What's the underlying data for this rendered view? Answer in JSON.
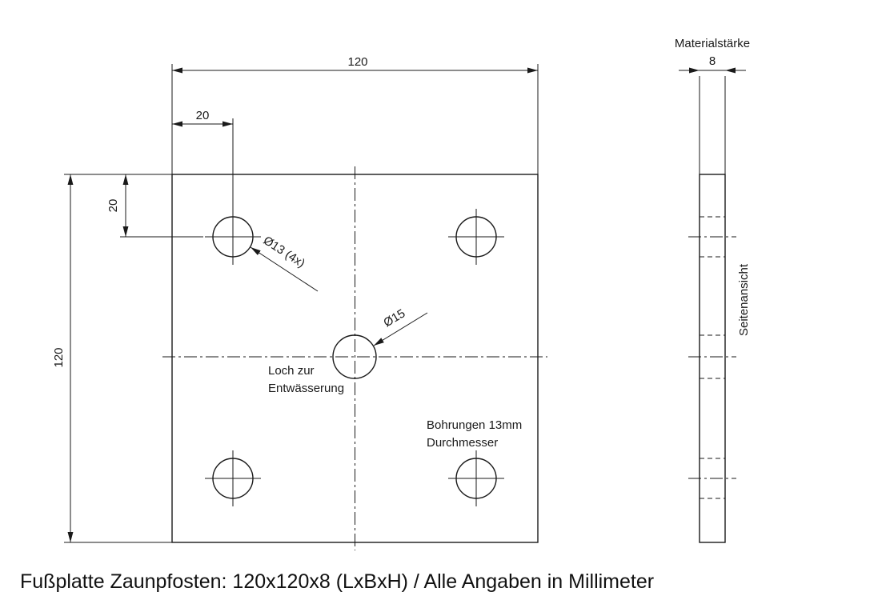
{
  "title": "Fußplatte Zaunpfosten: 120x120x8 (LxBxH) / Alle Angaben in Millimeter",
  "colors": {
    "line": "#1a1a1a",
    "background": "#ffffff"
  },
  "front_view": {
    "dim_width": "120",
    "dim_height": "120",
    "dim_hole_offset_x": "20",
    "dim_hole_offset_y": "20",
    "corner_hole_label": "Ø13 (4x)",
    "center_hole_label": "Ø15",
    "drain_note": {
      "line1": "Loch zur",
      "line2": "Entwässerung"
    },
    "holes_note": {
      "line1": "Bohrungen 13mm",
      "line2": "Durchmesser"
    }
  },
  "side_view": {
    "header": "Materialstärke",
    "dim_thickness": "8",
    "label": "Seitenansicht"
  }
}
